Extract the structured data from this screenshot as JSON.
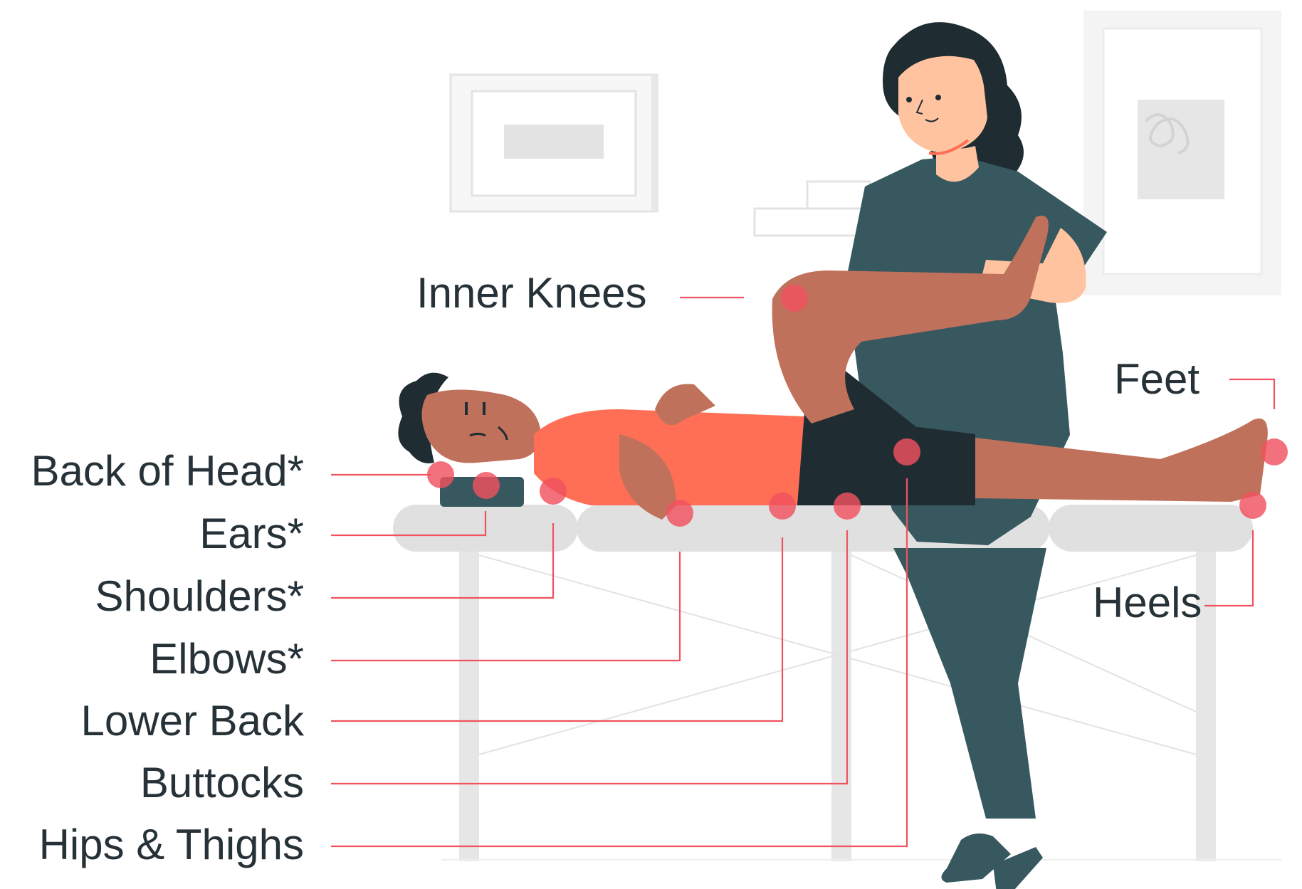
{
  "labels": {
    "back_of_head": "Back of Head*",
    "ears": "Ears*",
    "shoulders": "Shoulders*",
    "elbows": "Elbows*",
    "lower_back": "Lower Back",
    "buttocks": "Buttocks",
    "hips_thighs": "Hips & Thighs",
    "inner_knees": "Inner Knees",
    "feet": "Feet",
    "heels": "Heels"
  },
  "colors": {
    "leader_line": "#f0525f",
    "pressure_dot": "#f0525f",
    "text": "#263238",
    "therapist_uniform": "#37585f",
    "patient_skin": "#c0715b",
    "patient_shirt": "#ff6f55",
    "patient_shorts": "#1f2d33",
    "table": "#e0e0e0"
  },
  "icons": {
    "therapist": "therapist-figure-icon",
    "patient": "patient-figure-icon",
    "table": "massage-table-icon"
  }
}
